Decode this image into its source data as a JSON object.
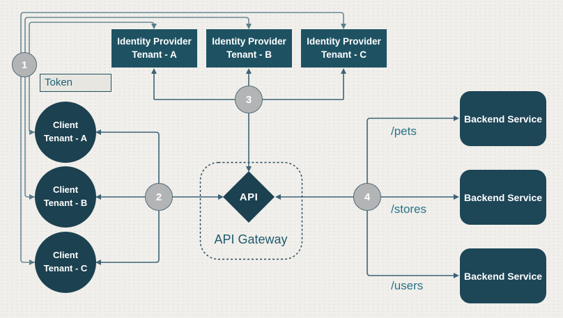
{
  "identity_providers": [
    {
      "line1": "Identity Provider",
      "line2": "Tenant - A"
    },
    {
      "line1": "Identity Provider",
      "line2": "Tenant - B"
    },
    {
      "line1": "Identity Provider",
      "line2": "Tenant - C"
    }
  ],
  "clients": [
    {
      "line1": "Client",
      "line2": "Tenant - A"
    },
    {
      "line1": "Client",
      "line2": "Tenant - B"
    },
    {
      "line1": "Client",
      "line2": "Tenant - C"
    }
  ],
  "backend_services": [
    {
      "label": "Backend Service"
    },
    {
      "label": "Backend Service"
    },
    {
      "label": "Backend Service"
    }
  ],
  "gateway": {
    "node_label": "API",
    "box_label": "API Gateway"
  },
  "token": {
    "label": "Token"
  },
  "steps": [
    {
      "n": "1"
    },
    {
      "n": "2"
    },
    {
      "n": "3"
    },
    {
      "n": "4"
    }
  ],
  "routes": [
    {
      "path": "/pets"
    },
    {
      "path": "/stores"
    },
    {
      "path": "/users"
    }
  ],
  "colors": {
    "background": "#f0efeb",
    "connector_light": "#6b8894",
    "connector_dark": "#3d6274",
    "idp_box": "#1e5263",
    "client_circle": "#1c4150",
    "backend_box": "#1d4657",
    "diamond": "#1c4150",
    "gateway_dash": "#24455a",
    "step_circle_fill": "#b3b4b5",
    "step_circle_border": "#4f6b77",
    "token_fill": "#e7e6e1",
    "token_border": "#21505f",
    "teal_text": "#2a7287"
  }
}
